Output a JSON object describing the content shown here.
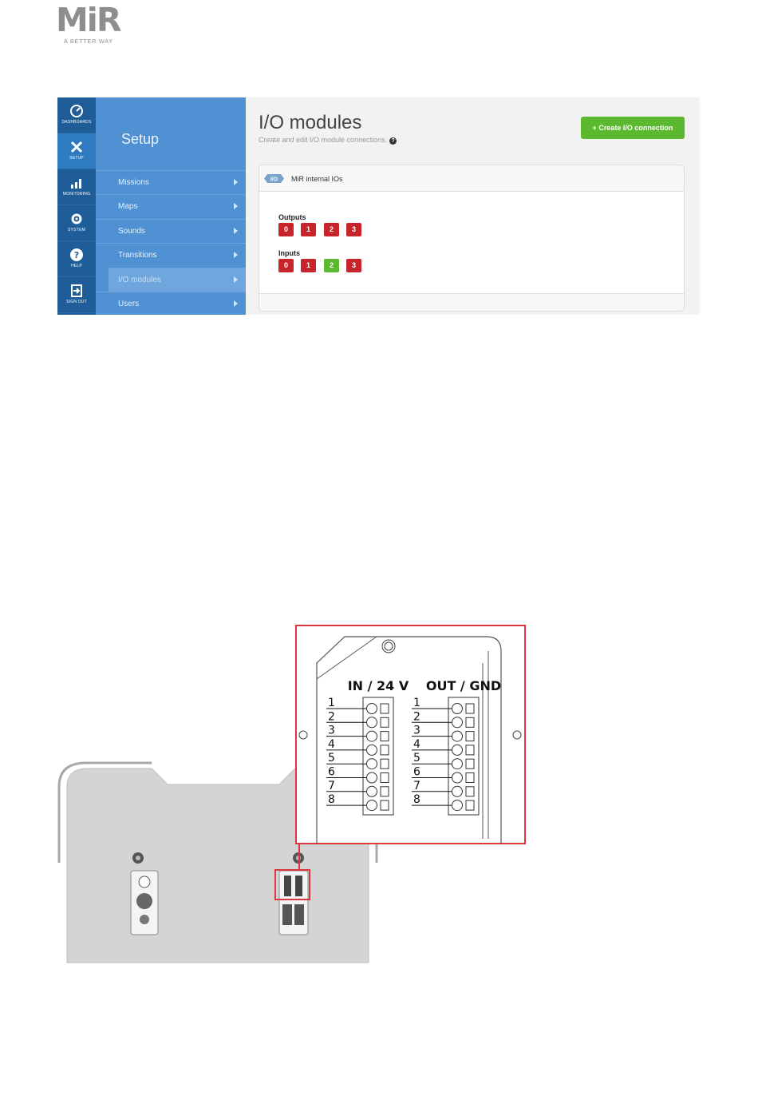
{
  "logo": {
    "mark": "MiR",
    "tagline": "A BETTER WAY"
  },
  "app": {
    "icon_bar": [
      {
        "label": "DASHBOARDS",
        "icon": "dashboard-gauge-icon"
      },
      {
        "label": "SETUP",
        "icon": "wrench-screwdriver-icon"
      },
      {
        "label": "MONITORING",
        "icon": "bar-chart-icon"
      },
      {
        "label": "SYSTEM",
        "icon": "gear-icon"
      },
      {
        "label": "HELP",
        "icon": "question-icon"
      },
      {
        "label": "SIGN OUT",
        "icon": "sign-out-icon"
      }
    ],
    "setup_nav": {
      "title": "Setup",
      "items": [
        {
          "label": "Missions"
        },
        {
          "label": "Maps"
        },
        {
          "label": "Sounds"
        },
        {
          "label": "Transitions"
        },
        {
          "label": "I/O modules"
        },
        {
          "label": "Users"
        }
      ]
    },
    "main": {
      "title": "I/O modules",
      "subtitle": "Create and edit I/O module connections.",
      "create_button": "+ Create I/O connection",
      "panel": {
        "badge": "I/O",
        "title": "MiR internal IOs",
        "outputs_label": "Outputs",
        "outputs": [
          {
            "label": "0",
            "state": "off"
          },
          {
            "label": "1",
            "state": "off"
          },
          {
            "label": "2",
            "state": "off"
          },
          {
            "label": "3",
            "state": "off"
          }
        ],
        "inputs_label": "Inputs",
        "inputs": [
          {
            "label": "0",
            "state": "off"
          },
          {
            "label": "1",
            "state": "off"
          },
          {
            "label": "2",
            "state": "on"
          },
          {
            "label": "3",
            "state": "off"
          }
        ]
      }
    },
    "colors": {
      "icon_bar": "#1f5d98",
      "nav": "#4f91d2",
      "on": "#5cb82f",
      "off": "#c8242b"
    }
  },
  "drawing": {
    "left_header": "IN / 24 V",
    "right_header": "OUT / GND",
    "pins": [
      "1",
      "2",
      "3",
      "4",
      "5",
      "6",
      "7",
      "8"
    ],
    "highlight_color": "#d9363e"
  }
}
